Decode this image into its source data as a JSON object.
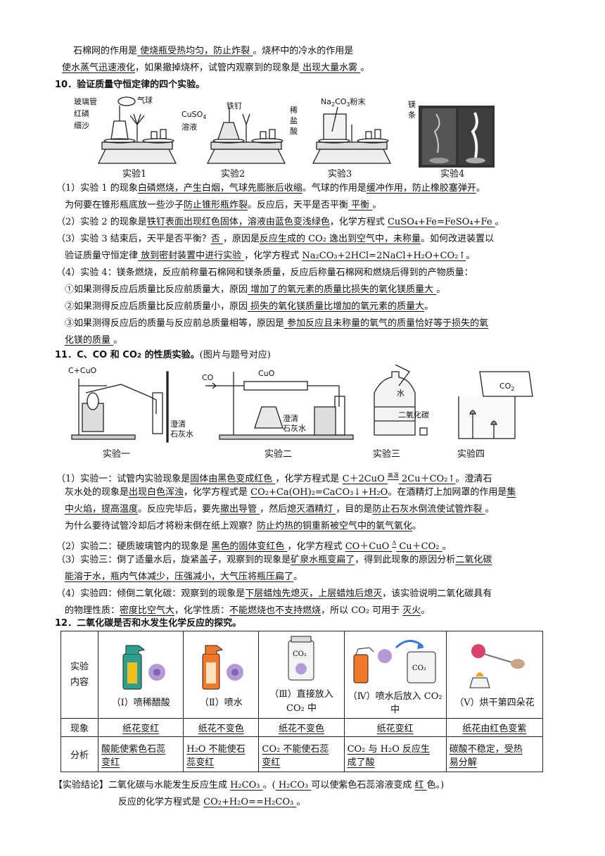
{
  "top": {
    "l1": [
      "石棉网的作用是",
      "  使烧瓶受热均匀，防止炸裂  ",
      "。烧杯中的冷水的作用是"
    ],
    "l2": [
      "使水蒸气迅速液化",
      "，如果撤掉烧杯，试管内观察到的现象是",
      " 出现大量水雾 ",
      "。"
    ]
  },
  "s10": {
    "title": "10．验证质量守恒定律的四个实验。",
    "labels": {
      "glass_tube": "玻璃管",
      "balloon": "气球",
      "red_p": "红磷",
      "sand": "细沙",
      "cuso4": "CuSO",
      "cuso4_sub": "4",
      "solution": "溶液",
      "nail": "铁钉",
      "hcl1": "稀",
      "hcl2": "盐",
      "hcl3": "酸",
      "na2co3": "Na",
      "na2co3_b": "CO",
      "na2co3_c": "粉末",
      "mg1": "镁",
      "mg2": "条"
    },
    "captions": [
      "实验1",
      "实验2",
      "实验3",
      "实验4"
    ],
    "p1a": [
      "（1）实验 1 的现象",
      "白磷燃烧，产生白烟，气球先膨胀后收缩",
      "。气球的作用是",
      "缓冲作用，防止橡胶塞弹开",
      "。"
    ],
    "p1b": [
      "为何要在锥形瓶底放一些沙子",
      "防止锥形瓶炸裂",
      "。反应后，天平是否平衡",
      " 平衡 ",
      "。"
    ],
    "p2": [
      "（2）实验 2 的现象是",
      "铁钉表面出现红色固体，溶液由蓝色变浅绿色",
      "，化学方程式 ",
      "CuSO₄+Fe=FeSO₄+Fe  ",
      "。"
    ],
    "p3a": [
      "（3）实验 3 结束后，天平是否平衡？",
      "否 ",
      "，原因是",
      "反应生成的 CO₂ 逸出到空气中，未称量",
      "。如何改进装置以"
    ],
    "p3b": [
      "验证质量守恒定律",
      "  放到密封装置中进行实验  ",
      "，化学方程式 ",
      "Na₂CO₃+2HCl=2NaCl+H₂O+CO₂↑",
      "。"
    ],
    "p4": "（4）实验 4：镁条燃烧，反应前称量石棉网和镁条质量，反应后称量石棉网和燃烧后得到的产物质量：",
    "p4a": [
      "①如果测得反应后质量比反应前质量大，原因",
      "  增加了的氧元素的质量比损失的氧化镁质量大  ",
      "。"
    ],
    "p4b": [
      "②如果测得反应后质量比反应前质量小，原因",
      "  损失的氧化镁质量比增加的氧元素的质量大",
      "。"
    ],
    "p4c1": [
      "③如果测得反应后的质量与反应前总质量相等，原因是",
      " 参加反应且未称量的氧气的质量恰好等于损失的氧"
    ],
    "p4c2": [
      "化镁的质量  ",
      "。"
    ]
  },
  "s11": {
    "title_a": "11．C、CO 和 CO",
    "title_sub": "2",
    "title_b": " 的性质实验。",
    "title_note": "(图片与题号对应)",
    "labels": {
      "c_cuo": "C+CuO",
      "lime1": "澄清",
      "lime2": "石灰水",
      "co": "CO",
      "cuo": "CuO",
      "lime3": "澄清",
      "lime4": "石灰水",
      "water": "水",
      "co2_bottle": "二氧化碳",
      "co2": "CO"
    },
    "captions": [
      "实验一",
      "实验二",
      "实验三",
      "实验四"
    ],
    "p1a": [
      "（1）实验一：试管内实验现象是",
      "固体由黑色变成红色 ",
      "，化学方程式是 ",
      "C＋2CuO ",
      "高温",
      " 2Cu＋CO₂↑",
      "。澄清石"
    ],
    "p1b": [
      "灰水处的现象是",
      "出现白色浑浊",
      "，化学方程式是 ",
      "CO₂+Ca(OH)₂=CaCO₃↓+H₂O",
      "。在酒精灯上加网罩的作用是",
      "集"
    ],
    "p1c": [
      "中火焰，提高温度",
      "。反应完毕后，要先",
      "撤出导管 ",
      "，然后",
      "熄灭酒精灯 ",
      "，目的是",
      "防止石灰水倒流使试管炸裂  ",
      "。"
    ],
    "p1d": [
      "为什么要待试管冷却后才将粉末倒在纸上观察？",
      "防止灼热的铜重新被空气中的氧气氧化",
      "。"
    ],
    "p2": [
      "（2）实验二：硬质玻璃管内的现象是 ",
      " 黑色的固体变红色 ",
      "，化学方程式 ",
      "CO＋CuO ",
      "Δ",
      "  Cu＋CO₂ ",
      "。"
    ],
    "p3a": [
      "（3）实验三：倒了适量水后，旋紧盖子，观察到的现象是",
      "矿泉水瓶变扁了",
      "，得到此现象的原因分析",
      "二氧化碳"
    ],
    "p3b": [
      "能溶于水，瓶内气体减少，压强减小，大气压将瓶压扁了",
      "。"
    ],
    "p4a": [
      "（4）实验四：倾倒二氧化碳：观察到的现象是",
      "下层蜡烛先熄灭，上层蜡烛后熄灭",
      "，该实验说明二氧化碳具有"
    ],
    "p4b": [
      "的物理性质：",
      "密度比空气大",
      "，化学性质：",
      "不能燃烧也不支持燃烧",
      "，所以 CO₂ 可用于 ",
      "灭火",
      "。"
    ]
  },
  "s12": {
    "title": "12．二氧化碳是否和水发生化学反应的探究。",
    "row_labels": [
      "实验\n内容",
      "现象",
      "分析"
    ],
    "exp": [
      "（Ⅰ）喷稀醋酸",
      "（Ⅱ）喷水",
      "（Ⅲ）直接放入",
      "CO₂ 中",
      "（Ⅳ）喷水后放入 CO₂ 中",
      "（Ⅴ）烘干第四朵花"
    ],
    "co2_label": "CO₂",
    "phen": [
      "纸花变红",
      "纸花不变色",
      "纸花不变色",
      "纸花变红",
      "纸花由红色变紫"
    ],
    "ana": [
      [
        "酸能使紫色石蕊",
        "变红"
      ],
      [
        "H₂O 不能使石",
        "蕊变红"
      ],
      [
        "CO₂ 不能使石蕊",
        "变红"
      ],
      [
        "CO₂ 与 H₂O 反应生",
        "成了酸"
      ],
      [
        "碳酸不稳定，受热",
        "易分解"
      ]
    ],
    "c1": [
      "【实验结论】",
      "二氧化碳与水能发生反应生成 ",
      " H₂CO₃  ",
      "。(",
      " H₂CO₃ ",
      "可以使紫色石蕊溶液变成 ",
      " 红 ",
      "色。)"
    ],
    "c2": [
      "反应的化学方程式是 ",
      "  CO₂+H₂O==H₂CO₃  ",
      "。"
    ]
  }
}
